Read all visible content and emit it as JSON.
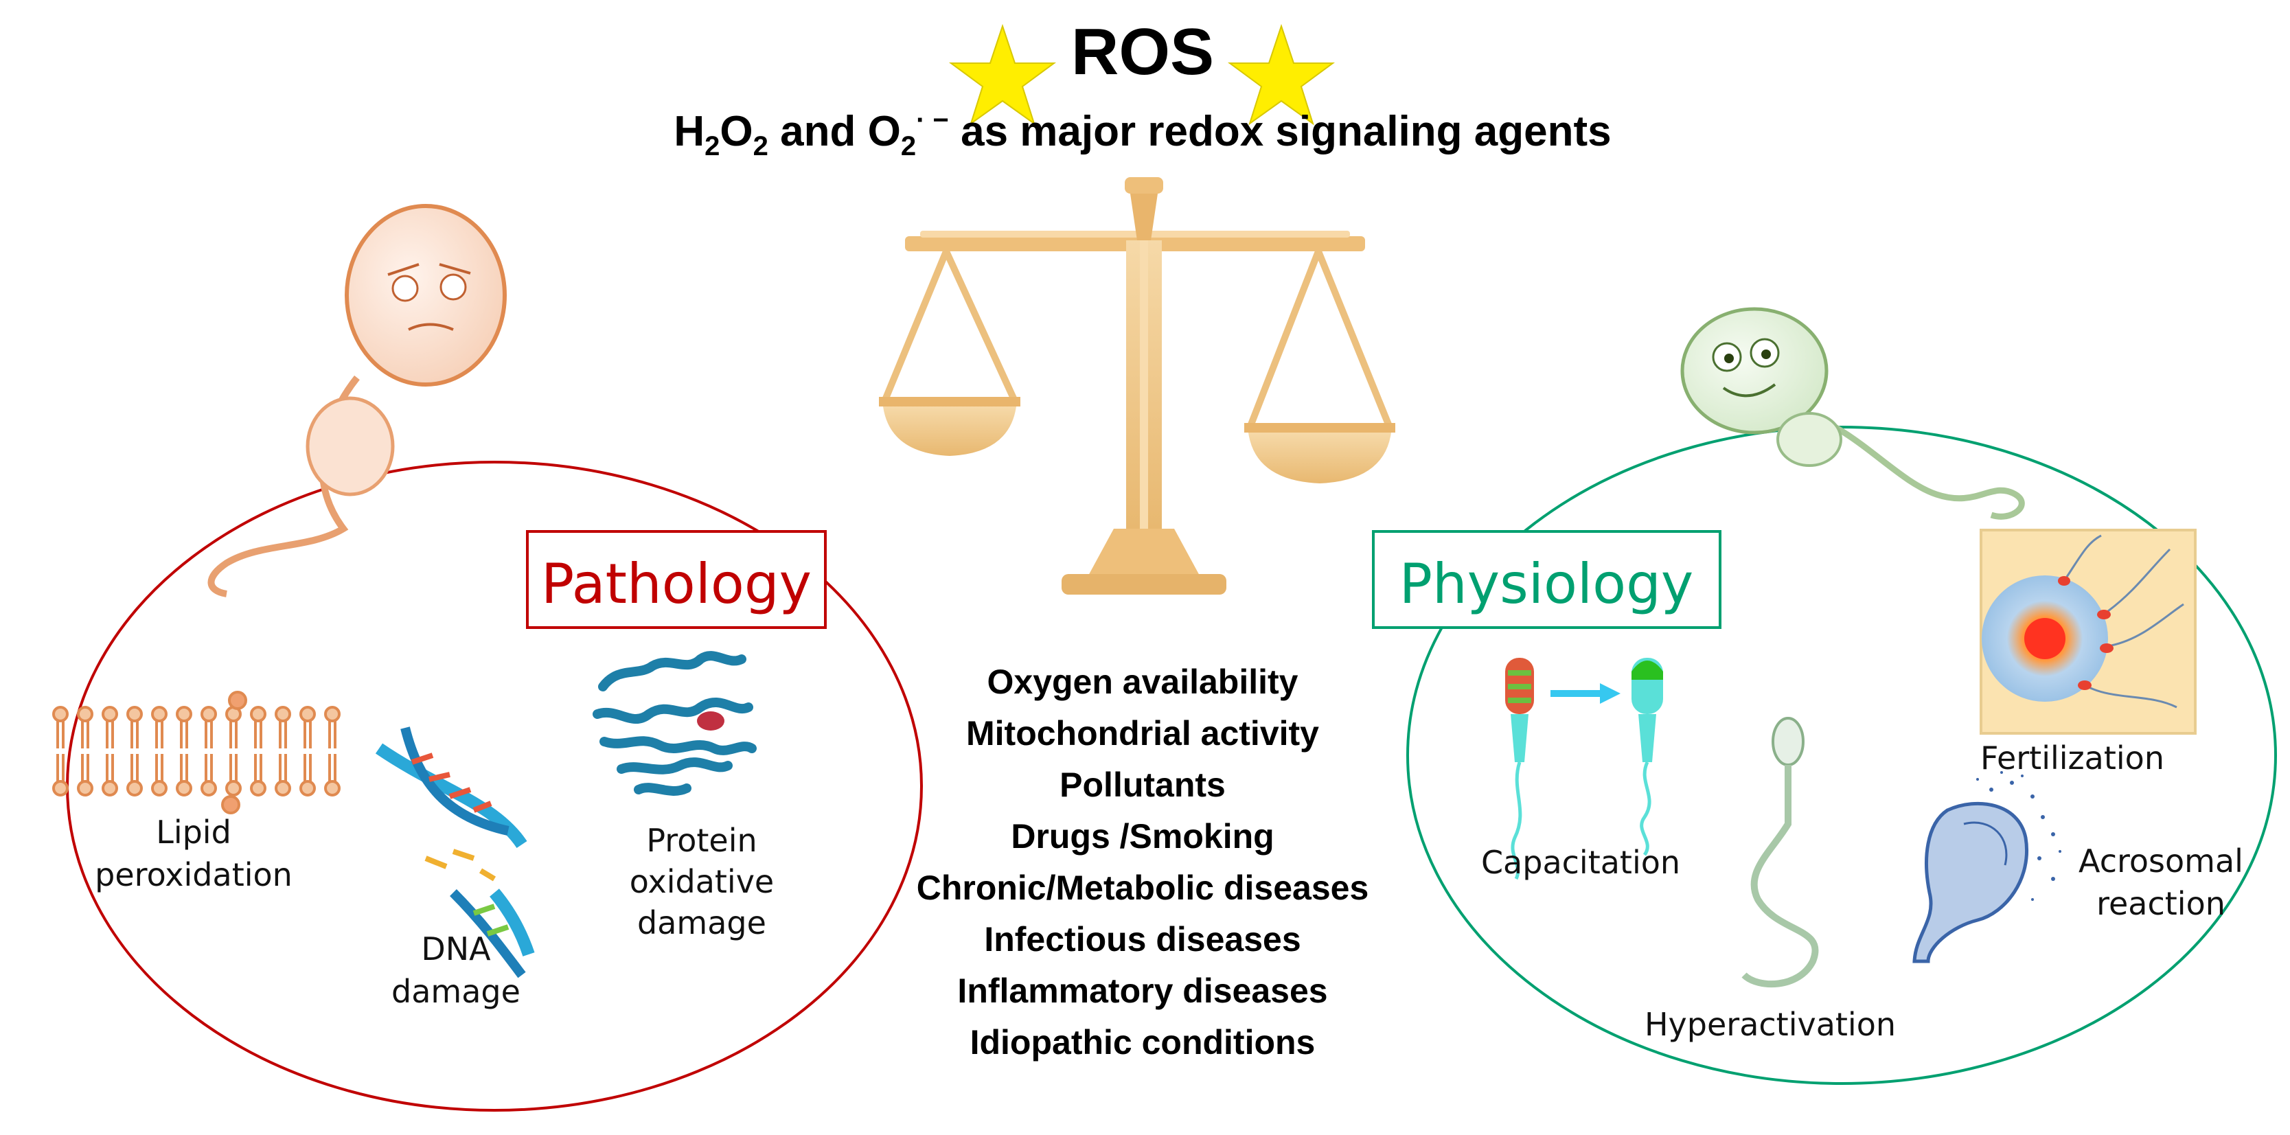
{
  "title": "ROS",
  "subtitle": {
    "h": "H",
    "sub2a": "2",
    "o": "O",
    "sub2b": "2",
    "and": " and O",
    "sub2c": "2",
    "sup": "· −",
    "rest": " as major redox signaling agents"
  },
  "pathology": {
    "label": "Pathology",
    "items": {
      "lipid_1": "Lipid",
      "lipid_2": "peroxidation",
      "dna_1": "DNA",
      "dna_2": "damage",
      "protein_1": "Protein",
      "protein_2": "oxidative",
      "protein_3": "damage"
    }
  },
  "physiology": {
    "label": "Physiology",
    "items": {
      "capacitation": "Capacitation",
      "hyperactivation": "Hyperactivation",
      "fertilization": "Fertilization",
      "acrosomal_1": "Acrosomal",
      "acrosomal_2": "reaction"
    }
  },
  "factors": [
    "Oxygen availability",
    "Mitochondrial activity",
    "Pollutants",
    "Drugs /Smoking",
    "Chronic/Metabolic diseases",
    "Infectious diseases",
    "Inflammatory diseases",
    "Idiopathic conditions"
  ],
  "colors": {
    "pathology": "#c00000",
    "physiology": "#00a070",
    "scale": "#f0c070",
    "star": "#ffee00"
  },
  "icons": [
    "star-icon",
    "balance-scale-icon",
    "sad-sperm-icon",
    "happy-sperm-icon",
    "lipid-membrane-icon",
    "dna-icon",
    "protein-icon",
    "capacitation-icon",
    "hyperactivation-icon",
    "fertilization-icon",
    "acrosome-icon"
  ]
}
